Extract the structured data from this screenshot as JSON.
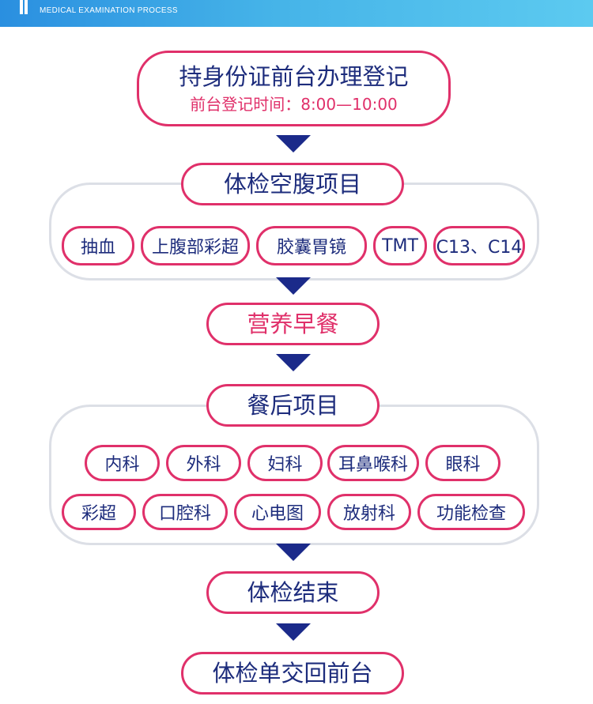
{
  "header": {
    "subtitle": "MEDICAL EXAMINATION PROCESS"
  },
  "steps": {
    "registration": {
      "title": "持身份证前台办理登记",
      "time_label": "前台登记时间：",
      "time_value": "8:00—10:00"
    },
    "fasting": {
      "title": "体检空腹项目",
      "items": [
        "抽血",
        "上腹部彩超",
        "胶囊胃镜",
        "TMT",
        "C13、C14"
      ]
    },
    "breakfast": {
      "title": "营养早餐"
    },
    "after_meal": {
      "title": "餐后项目",
      "row1": [
        "内科",
        "外科",
        "妇科",
        "耳鼻喉科",
        "眼科"
      ],
      "row2": [
        "彩超",
        "口腔科",
        "心电图",
        "放射科",
        "功能检查"
      ]
    },
    "end": {
      "title": "体检结束"
    },
    "return_form": {
      "title": "体检单交回前台"
    }
  },
  "colors": {
    "accent_pink": "#e0306a",
    "text_navy": "#1d2c7c",
    "arrow_navy": "#1b2a8a",
    "group_border": "#dcdfe6",
    "header_blue": "#3aa3e6"
  }
}
